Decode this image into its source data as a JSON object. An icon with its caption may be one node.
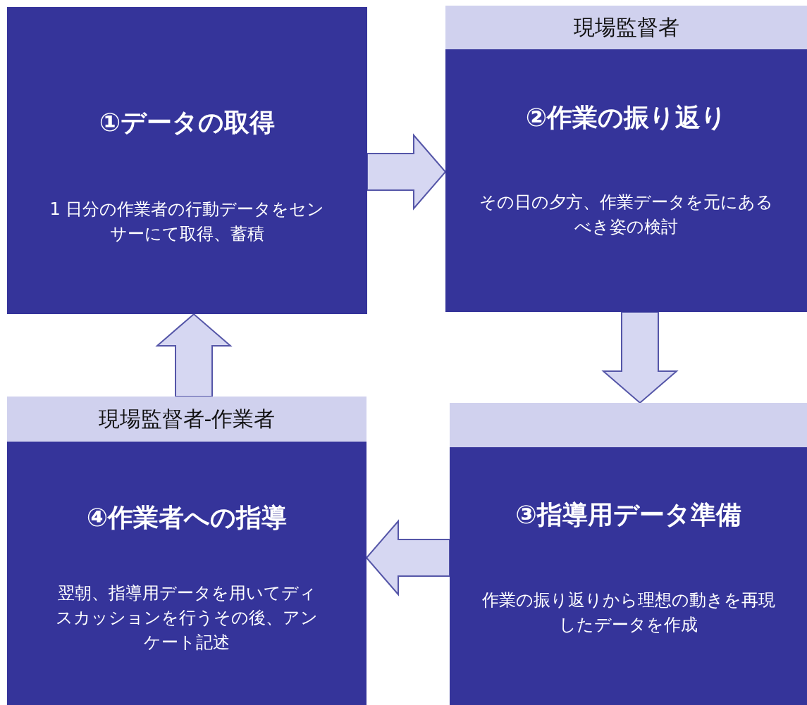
{
  "diagram": {
    "nodes": [
      {
        "text": [
          "①データの取得",
          "1 日分の作業者の行動データをセンサーにて取得、蓄積"
        ]
      },
      {
        "text": [
          "現場監督者",
          "②作業の振り返り",
          "その日の夕方、作業データを元にあるべき姿の検討"
        ]
      },
      {
        "text": [
          "③指導用データ準備",
          "作業の振り返りから理想の動きを再現したデータを作成"
        ]
      },
      {
        "text": [
          "現場監督者-作業者",
          "④作業者への指導",
          "翌朝、指導用データを用いてディスカッションを行うその後、アンケート記述"
        ]
      }
    ],
    "edges": [
      {
        "from": 0,
        "to": 1,
        "arrow": "to"
      },
      {
        "from": 1,
        "to": 2,
        "arrow": "to"
      },
      {
        "from": 2,
        "to": 3,
        "arrow": "to"
      },
      {
        "from": 3,
        "to": 0,
        "arrow": "to"
      }
    ]
  }
}
